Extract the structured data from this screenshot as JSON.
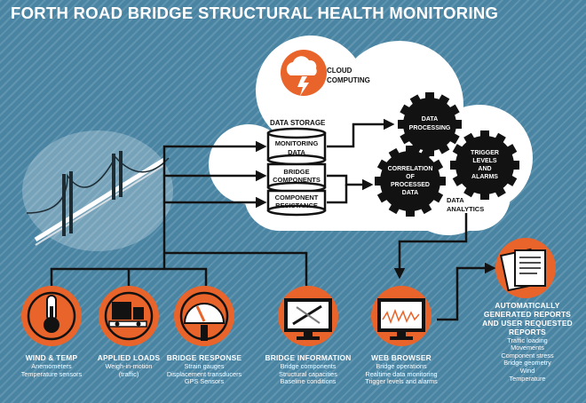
{
  "title": "FORTH ROAD BRIDGE STRUCTURAL HEALTH MONITORING",
  "cloud": {
    "label": [
      "CLOUD",
      "COMPUTING"
    ],
    "data_storage": "DATA STORAGE",
    "storage_items": [
      [
        "MONITORING",
        "DATA"
      ],
      [
        "BRIDGE",
        "COMPONENTS"
      ],
      [
        "COMPONENT",
        "RESISTANCE"
      ]
    ],
    "gears": [
      [
        "DATA",
        "PROCESSING"
      ],
      [
        "TRIGGER",
        "LEVELS",
        "AND",
        "ALARMS"
      ],
      [
        "CORRELATION",
        "OF",
        "PROCESSED",
        "DATA"
      ]
    ],
    "analytics": [
      "DATA",
      "ANALYTICS"
    ]
  },
  "inputs": [
    {
      "title": "WIND & TEMP",
      "details": [
        "Anemometers",
        "Temperature sensors"
      ],
      "icon": "thermometer-icon"
    },
    {
      "title": "APPLIED LOADS",
      "details": [
        "Weigh-in-motion",
        "(traffic)"
      ],
      "icon": "truck-icon"
    },
    {
      "title": "BRIDGE RESPONSE",
      "details": [
        "Strain gauges",
        "Displacement transducers",
        "GPS Sensors"
      ],
      "icon": "gauge-icon"
    }
  ],
  "bridge_info": {
    "title": "BRIDGE INFORMATION",
    "details": [
      "Bridge components",
      "Structural capacities",
      "Baseline conditions"
    ],
    "icon": "monitor-tools-icon"
  },
  "web_browser": {
    "title": "WEB BROWSER",
    "details": [
      "Bridge operations",
      "Realtime data monitoring",
      "Trigger levels and alarms"
    ],
    "icon": "monitor-graph-icon"
  },
  "reports": {
    "title": [
      "AUTOMATICALLY",
      "GENERATED REPORTS",
      "AND USER REQUESTED",
      "REPORTS"
    ],
    "details": [
      "Traffic loading",
      "Movements",
      "Component stress",
      "Bridge geometry",
      "Wind",
      "Temperature"
    ],
    "icon": "documents-icon"
  },
  "colors": {
    "background": "#4a84a3",
    "orange": "#e8642a",
    "black": "#121212",
    "white": "#ffffff"
  }
}
